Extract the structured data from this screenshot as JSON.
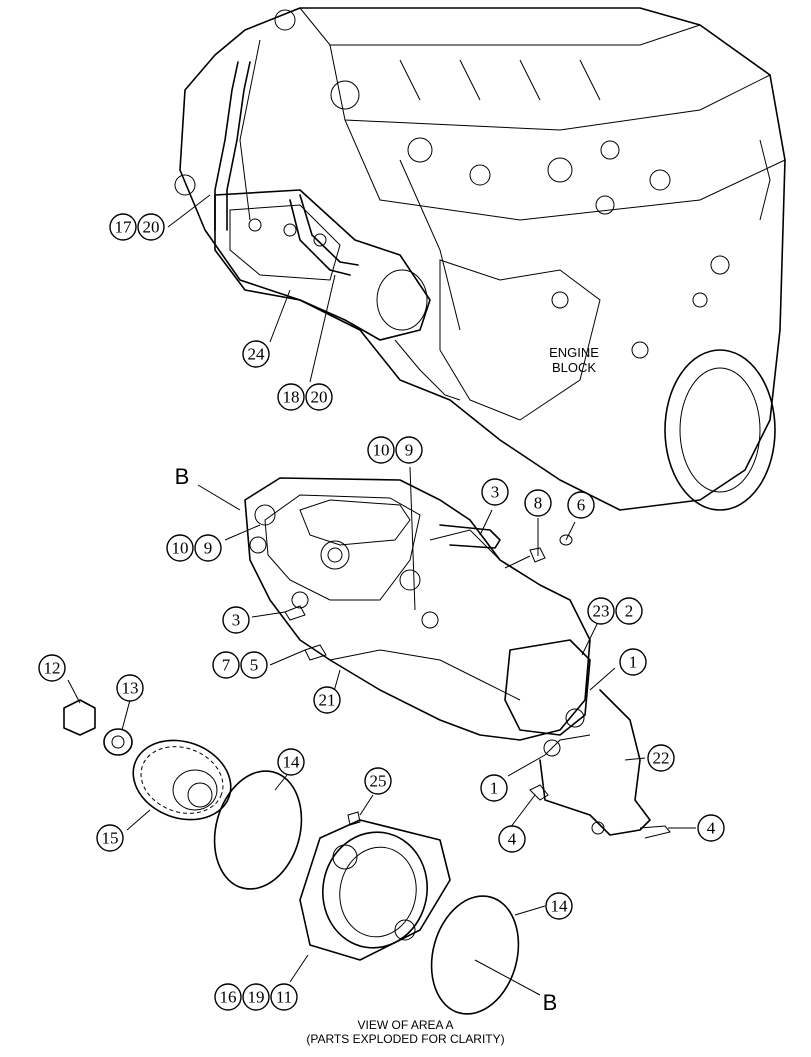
{
  "labels": {
    "engine_block_line1": "ENGINE",
    "engine_block_line2": "BLOCK",
    "view_b_top": "B",
    "view_b_bottom": "B"
  },
  "caption": {
    "line1": "VIEW OF AREA A",
    "line2": "(PARTS EXPLODED FOR CLARITY)"
  },
  "callouts": [
    {
      "id": "c17",
      "text": "17"
    },
    {
      "id": "c20a",
      "text": "20"
    },
    {
      "id": "c24",
      "text": "24"
    },
    {
      "id": "c18",
      "text": "18"
    },
    {
      "id": "c20b",
      "text": "20"
    },
    {
      "id": "c10a",
      "text": "10"
    },
    {
      "id": "c9a",
      "text": "9"
    },
    {
      "id": "c10b",
      "text": "10"
    },
    {
      "id": "c9b",
      "text": "9"
    },
    {
      "id": "c3a",
      "text": "3"
    },
    {
      "id": "c8",
      "text": "8"
    },
    {
      "id": "c6",
      "text": "6"
    },
    {
      "id": "c3b",
      "text": "3"
    },
    {
      "id": "c23",
      "text": "23"
    },
    {
      "id": "c2",
      "text": "2"
    },
    {
      "id": "c7",
      "text": "7"
    },
    {
      "id": "c5",
      "text": "5"
    },
    {
      "id": "c1a",
      "text": "1"
    },
    {
      "id": "c12",
      "text": "12"
    },
    {
      "id": "c13",
      "text": "13"
    },
    {
      "id": "c21",
      "text": "21"
    },
    {
      "id": "c14a",
      "text": "14"
    },
    {
      "id": "c22",
      "text": "22"
    },
    {
      "id": "c1b",
      "text": "1"
    },
    {
      "id": "c25",
      "text": "25"
    },
    {
      "id": "c15",
      "text": "15"
    },
    {
      "id": "c4a",
      "text": "4"
    },
    {
      "id": "c4b",
      "text": "4"
    },
    {
      "id": "c14b",
      "text": "14"
    },
    {
      "id": "c16",
      "text": "16"
    },
    {
      "id": "c19",
      "text": "19"
    },
    {
      "id": "c11",
      "text": "11"
    }
  ]
}
